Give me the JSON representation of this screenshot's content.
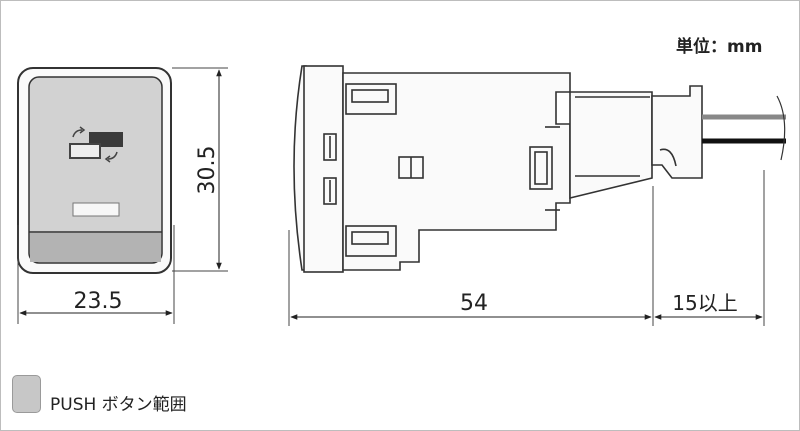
{
  "unit_label": "単位：mm",
  "dimensions": {
    "front_width": "23.5",
    "front_height": "30.5",
    "side_length": "54",
    "lead_length": "15以上"
  },
  "legend": {
    "label": "PUSH ボタン範囲",
    "swatch_color": "#c7c7c7"
  }
}
